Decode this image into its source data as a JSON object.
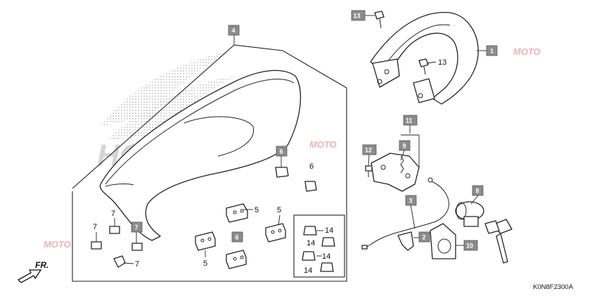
{
  "diagram": {
    "code": "K0N8F2300A",
    "direction_label": "FR.",
    "watermark_text": "HONDA",
    "watermark_logo": "MOTO",
    "callouts": {
      "c1": "1",
      "c2": "2",
      "c3": "3",
      "c4": "4",
      "c6": "6",
      "c7": "7",
      "c8": "8",
      "c9": "9",
      "c10": "10",
      "c11": "11",
      "c12": "12",
      "c13": "13"
    },
    "labels": {
      "l5a": "5",
      "l5b": "5",
      "l5c": "5",
      "l6": "6",
      "l7a": "7",
      "l7b": "7",
      "l7c": "7",
      "l13": "13",
      "l14a": "14",
      "l14b": "14",
      "l14c": "14",
      "l14d": "14"
    }
  }
}
